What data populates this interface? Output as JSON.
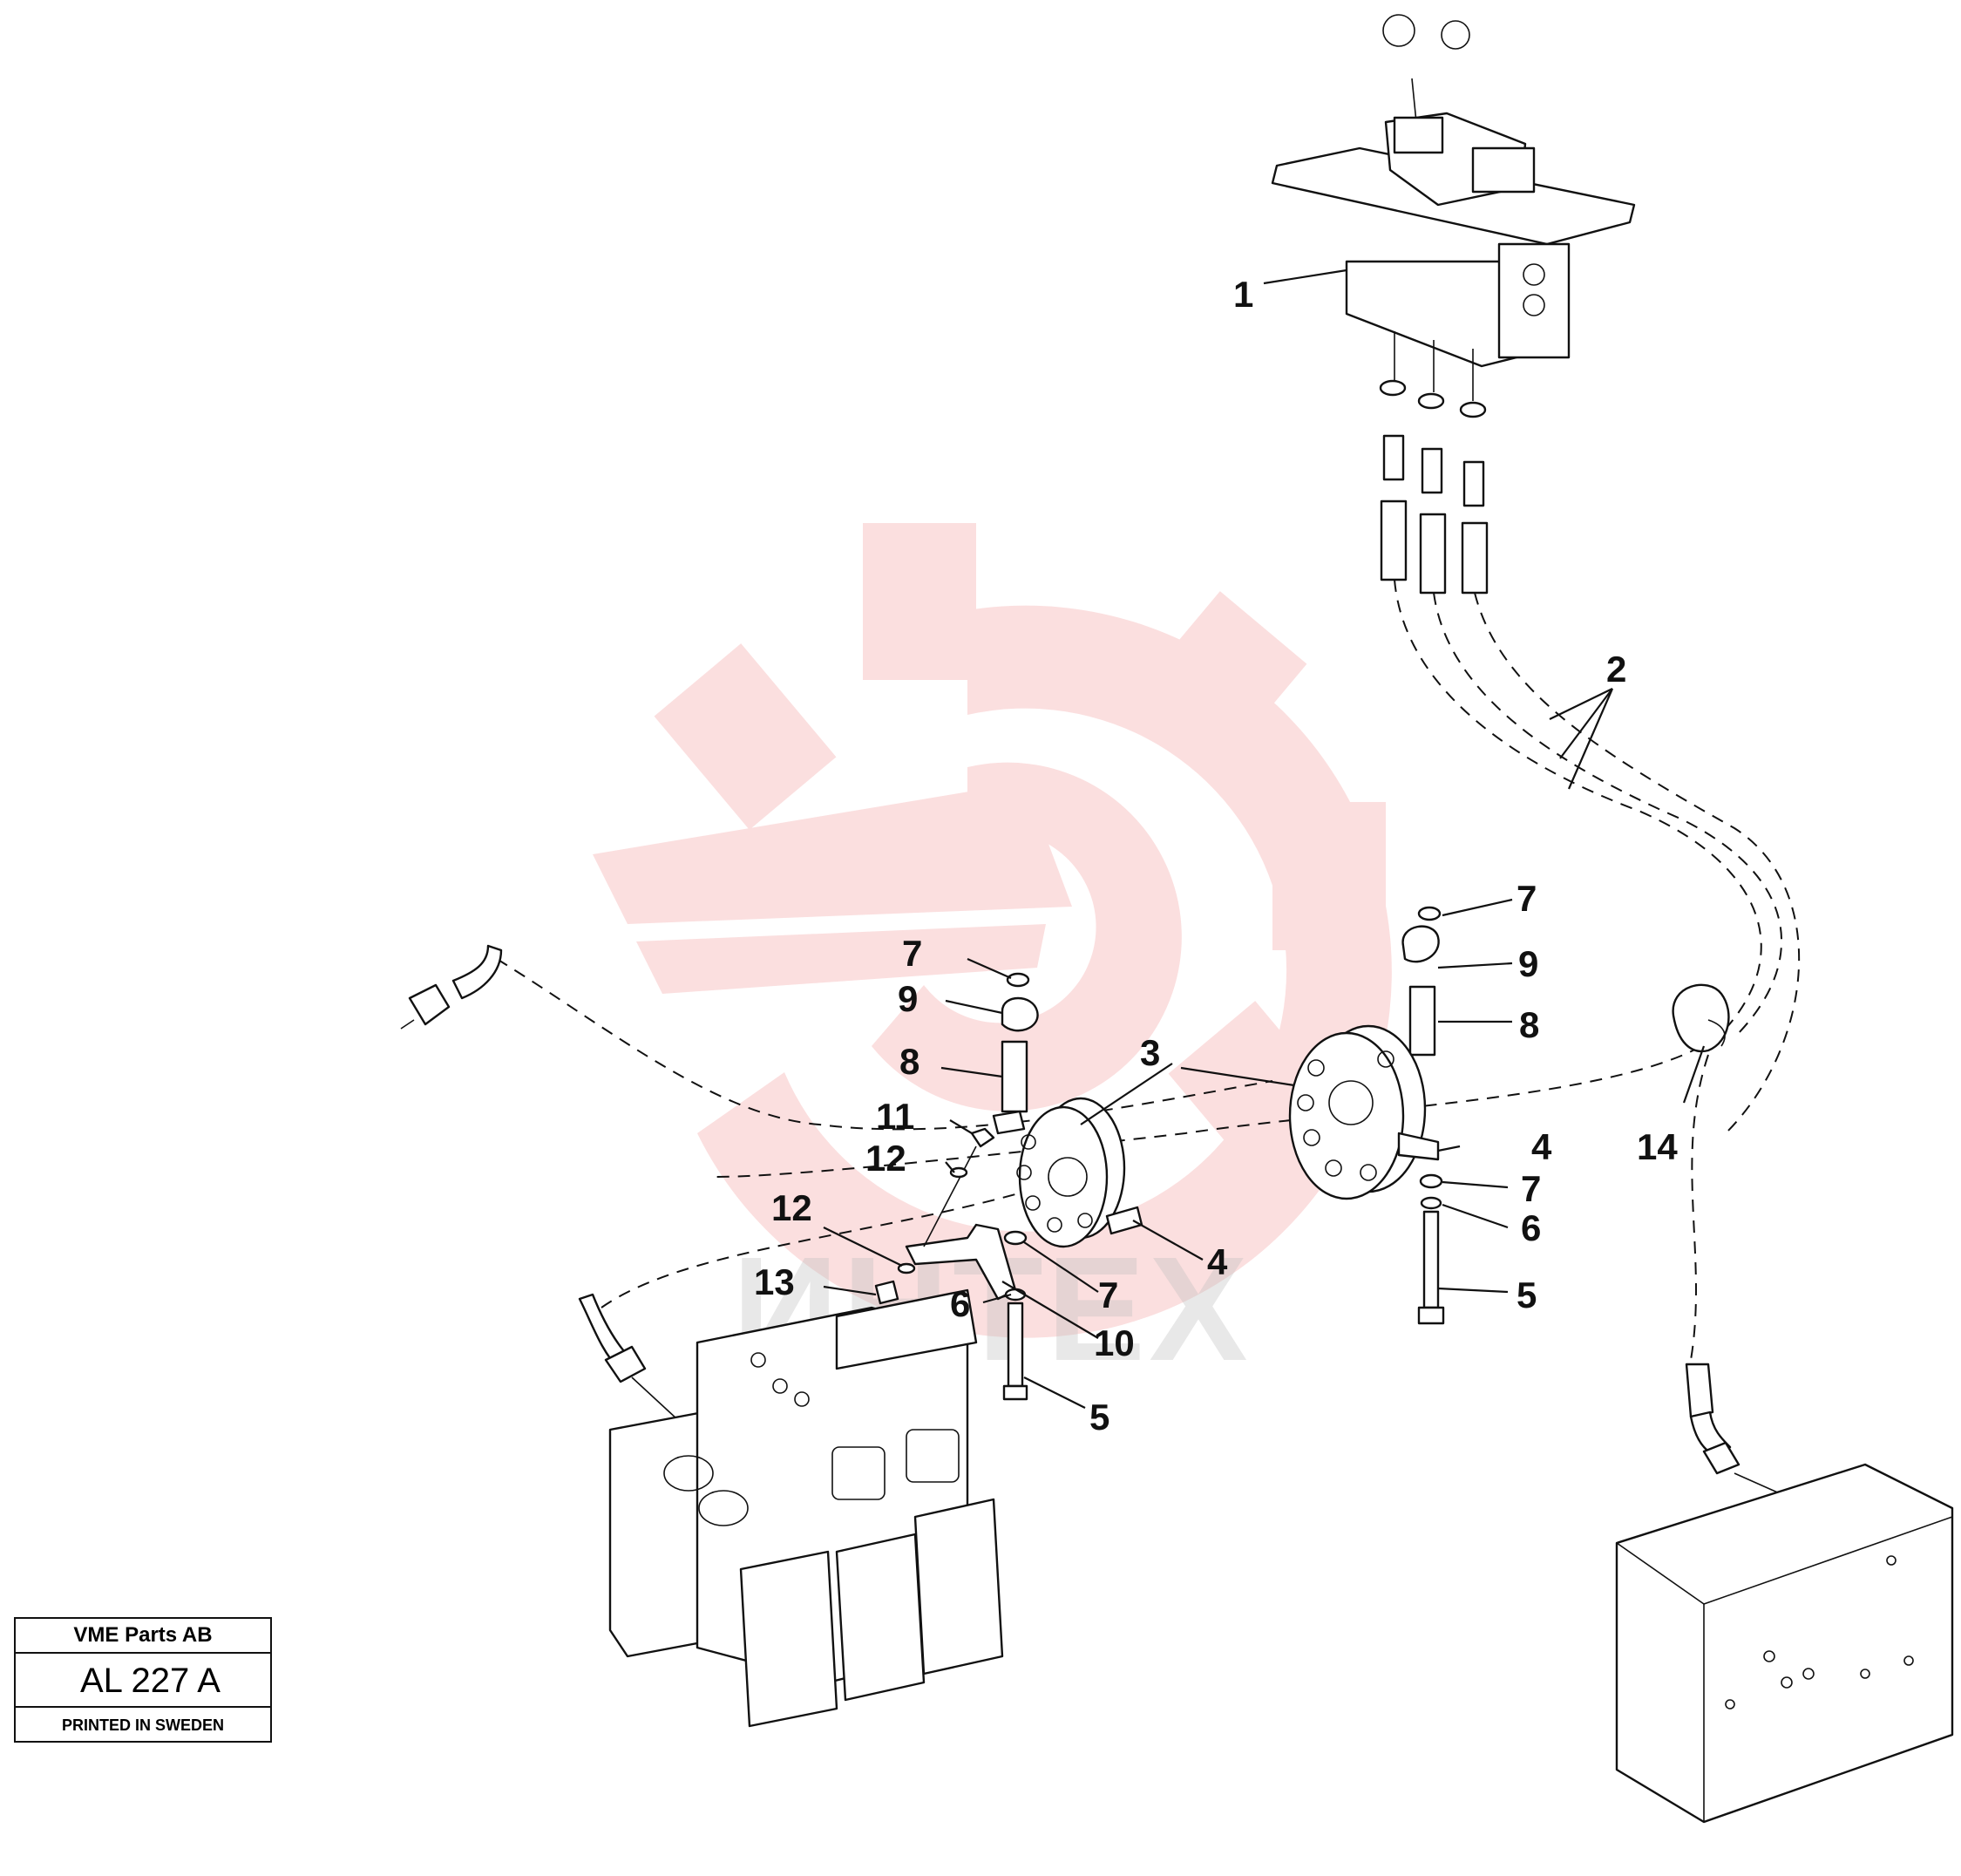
{
  "title_block": {
    "company": "VME Parts AB",
    "drawing_number": "AL 227 A",
    "printed": "PRINTED IN SWEDEN"
  },
  "watermark": {
    "text": "ИНТЕХ",
    "logo": "gear-wrench-logo",
    "logo_color": "#f6b8b8",
    "text_color": "#bdbdbd"
  },
  "callouts": {
    "c1": "1",
    "c2": "2",
    "c3": "3",
    "c4a": "4",
    "c4b": "4",
    "c5a": "5",
    "c5b": "5",
    "c6a": "6",
    "c6b": "6",
    "c7a": "7",
    "c7b": "7",
    "c7c": "7",
    "c7d": "7",
    "c8a": "8",
    "c8b": "8",
    "c9a": "9",
    "c9b": "9",
    "c10": "10",
    "c11": "11",
    "c12a": "12",
    "c12b": "12",
    "c13": "13",
    "c14": "14"
  }
}
